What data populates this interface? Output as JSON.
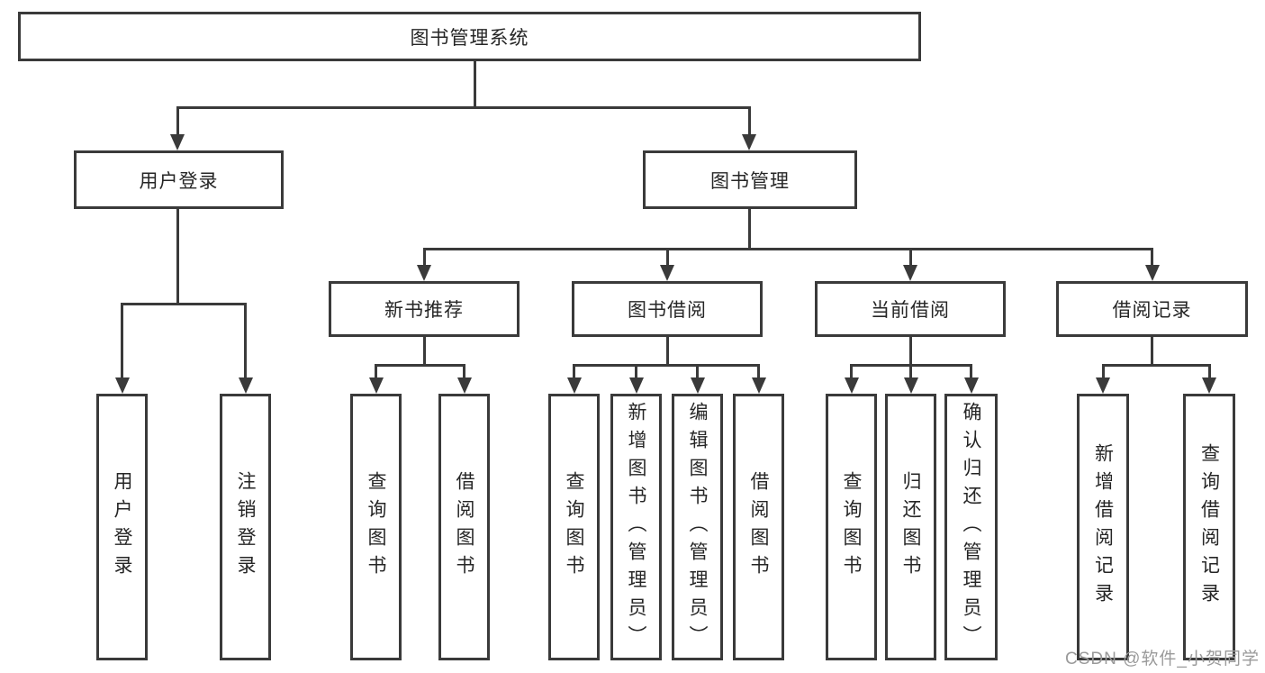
{
  "root": {
    "label": "图书管理系统"
  },
  "branches": {
    "user_login": {
      "label": "用户登录",
      "children": [
        {
          "label": "用户登录"
        },
        {
          "label": "注销登录"
        }
      ]
    },
    "book_management": {
      "label": "图书管理",
      "children": [
        {
          "label": "新书推荐",
          "children": [
            {
              "label": "查询图书"
            },
            {
              "label": "借阅图书"
            }
          ]
        },
        {
          "label": "图书借阅",
          "children": [
            {
              "label": "查询图书"
            },
            {
              "label": "新增图书（管理员）"
            },
            {
              "label": "编辑图书（管理员）"
            },
            {
              "label": "借阅图书"
            }
          ]
        },
        {
          "label": "当前借阅",
          "children": [
            {
              "label": "查询图书"
            },
            {
              "label": "归还图书"
            },
            {
              "label": "确认归还（管理员）"
            }
          ]
        },
        {
          "label": "借阅记录",
          "children": [
            {
              "label": "新增借阅记录"
            },
            {
              "label": "查询借阅记录"
            }
          ]
        }
      ]
    }
  },
  "watermark": "CSDN @软件_小贺同学",
  "colors": {
    "line": "#3a3a3a",
    "box_border": "#3a3a3a",
    "text": "#262626",
    "watermark": "#9a9a9a",
    "background": "#ffffff"
  }
}
